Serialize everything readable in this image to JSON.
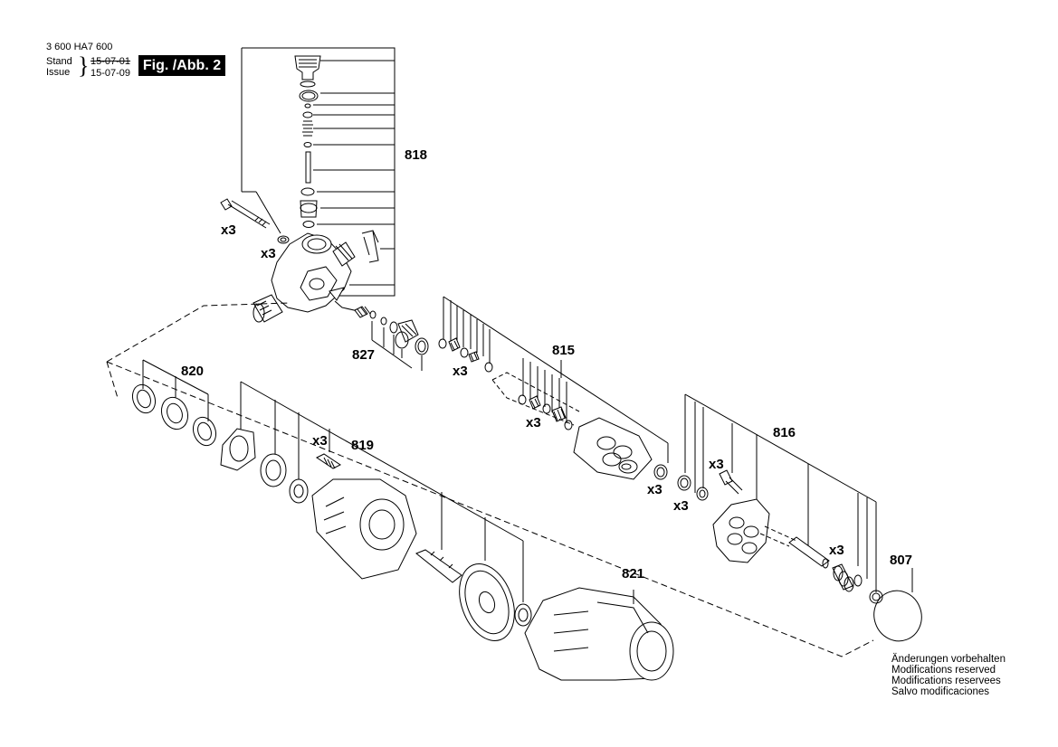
{
  "header": {
    "doc_number": "3 600 HA7 600",
    "stand_label": "Stand",
    "issue_label": "Issue",
    "stand_date_old": "15-07-01",
    "issue_date": "15-07-09",
    "figure_label": "Fig. /Abb. 2"
  },
  "callouts": {
    "c818": "818",
    "c815": "815",
    "c816": "816",
    "c807": "807",
    "c820": "820",
    "c819": "819",
    "c821": "821",
    "c827": "827"
  },
  "quantities": {
    "bolt_top": "x3",
    "washer_top": "x3",
    "valve_upper": "x3",
    "valve_lower": "x3",
    "motor_screw": "x3",
    "seal_a": "x3",
    "seal_b": "x3",
    "screw_816": "x3",
    "piston_816": "x3"
  },
  "notes": [
    "Änderungen vorbehalten",
    "Modifications reserved",
    "Modifications reservees",
    "Salvo modificaciones"
  ]
}
